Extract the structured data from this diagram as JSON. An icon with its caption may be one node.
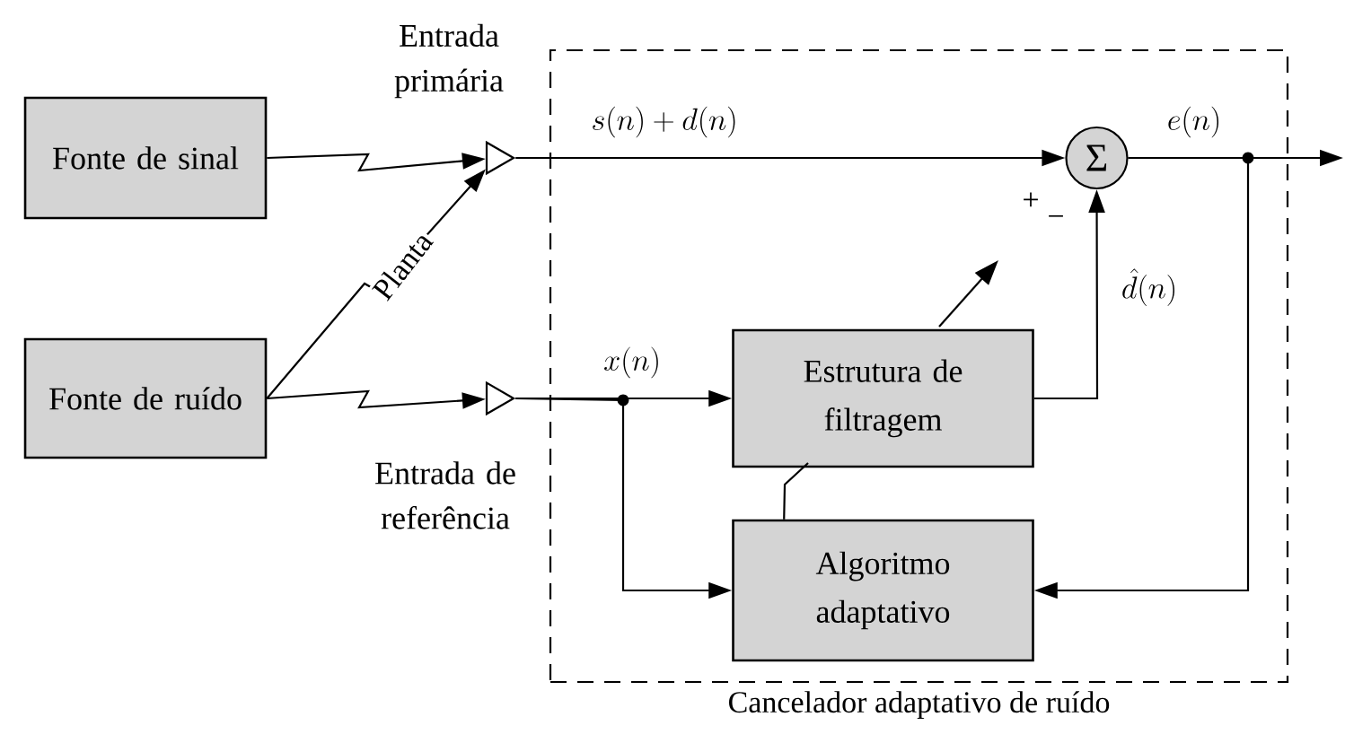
{
  "diagram": {
    "nodes": [
      {
        "text": [
          "Fonte de sinal"
        ]
      },
      {
        "text": [
          "Fonte de ruído"
        ]
      },
      {
        "text": [],
        "shape": "triangle",
        "beside": [
          "Entrada primária"
        ]
      },
      {
        "text": [],
        "shape": "triangle",
        "beside": [
          "Entrada de referência"
        ]
      },
      {
        "text": [
          "Cancelador adaptativo de ruído"
        ]
      },
      {
        "text": [
          "Σ"
        ],
        "in": 4
      },
      {
        "text": [
          "Estrutura de filtragem"
        ],
        "in": 4
      },
      {
        "text": [
          "Algoritmo adaptativo"
        ],
        "in": 4
      }
    ],
    "edges": [
      {
        "from": 0,
        "to": 2,
        "arrow": "to"
      },
      {
        "from": 1,
        "to": 2,
        "arrow": "to",
        "label": "Planta"
      },
      {
        "from": 1,
        "to": 3,
        "arrow": "to"
      },
      {
        "from": 2,
        "to": 5,
        "arrow": "to",
        "label": "s(n)+d(n)"
      },
      {
        "from": 3,
        "to": 6,
        "arrow": "to",
        "label": "x(n)"
      },
      {
        "from": 3,
        "to": 7,
        "arrow": "to"
      },
      {
        "from": 6,
        "to": 5,
        "arrow": "to",
        "label": "\\hat{d}(n)"
      },
      {
        "from": 5,
        "to": null,
        "arrow": "to",
        "label": "e(n)"
      },
      {
        "from": 5,
        "to": 7,
        "arrow": "to"
      },
      {
        "from": 7,
        "to": 6,
        "arrow": "none"
      }
    ],
    "labels": [
      "+",
      "−"
    ]
  }
}
